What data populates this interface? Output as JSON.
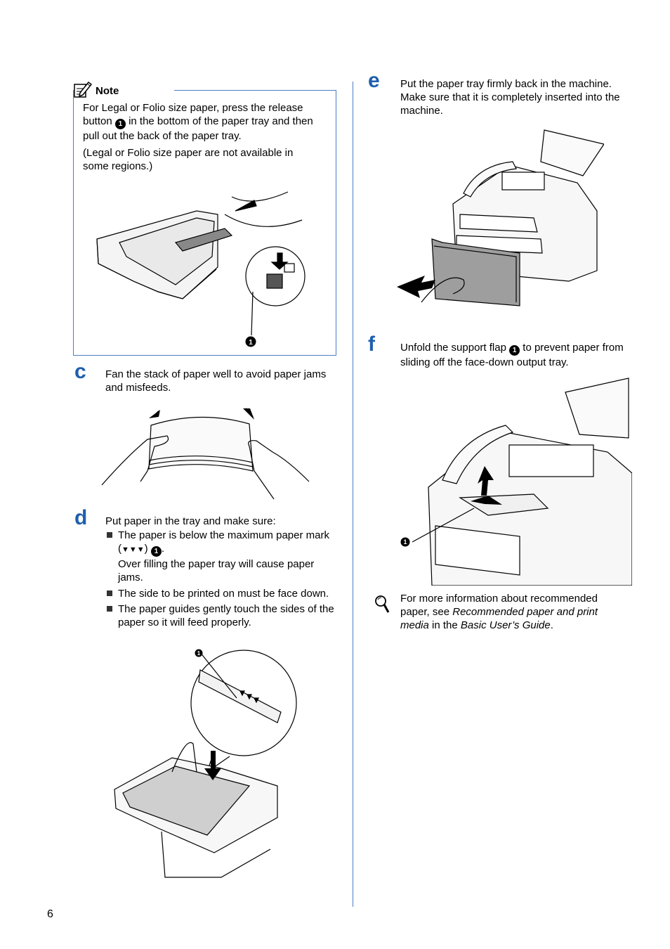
{
  "note": {
    "title": "Note",
    "para1_a": "For Legal or Folio size paper, press the release button",
    "para1_b": "in the bottom of the paper tray and then pull out the back of the paper tray.",
    "para2": "(Legal or Folio size paper are not available in some regions.)",
    "callout": "1"
  },
  "step_c": {
    "letter": "c",
    "text": "Fan the stack of paper well to avoid paper jams and misfeeds."
  },
  "step_d": {
    "letter": "d",
    "intro": "Put paper in the tray and make sure:",
    "bullet1_a": "The paper is below the maximum paper mark (",
    "bullet1_marks": "▼▼▼",
    "bullet1_b": ")",
    "bullet1_c": ".",
    "bullet1_sub": "Over filling the paper tray will cause paper jams.",
    "bullet2": "The side to be printed on must be face down.",
    "bullet3": "The paper guides gently touch the sides of the paper so it will feed properly.",
    "callout": "1"
  },
  "step_e": {
    "letter": "e",
    "text": "Put the paper tray firmly back in the machine. Make sure that it is completely inserted into the machine."
  },
  "step_f": {
    "letter": "f",
    "text_a": "Unfold the support flap",
    "text_b": "to prevent paper from sliding off the face-down output tray.",
    "callout": "1"
  },
  "tip": {
    "text_a": "For more information about recommended paper, see",
    "text_i1": "Recommended paper and print media",
    "text_b": "in the",
    "text_i2": "Basic User’s Guide",
    "text_c": "."
  },
  "page_number": "6",
  "colors": {
    "accent": "#1f5fae",
    "rule": "#4a7fc1"
  }
}
